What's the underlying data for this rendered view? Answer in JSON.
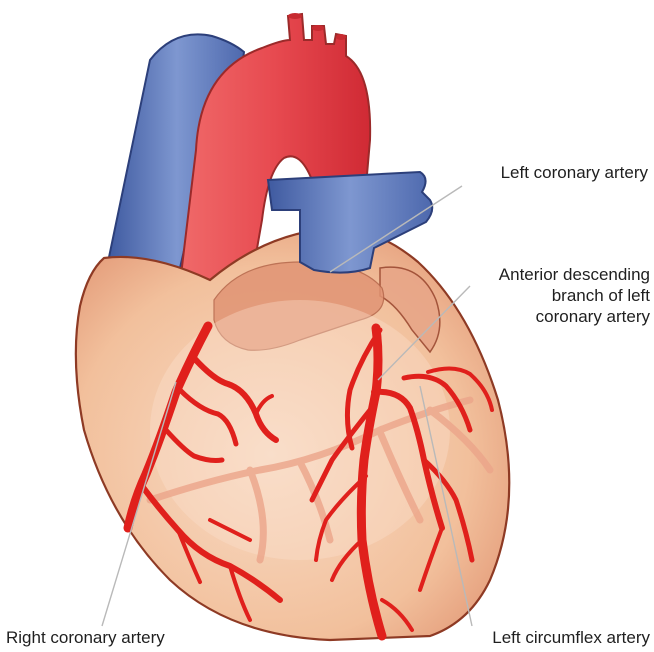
{
  "labels": {
    "left_coronary_artery": "Left coronary artery",
    "anterior_descending": [
      "Anterior descending",
      "branch of left",
      "coronary artery"
    ],
    "right_coronary_artery": "Right coronary artery",
    "left_circumflex_artery": "Left circumflex artery"
  },
  "colors": {
    "myocardium": "#f4c7a6",
    "vein_blue": "#5b78b8",
    "aorta_red": "#e0434a",
    "coronary_red": "#e0201c",
    "outline": "#8e3a24",
    "leader_line": "#b9b9b9"
  }
}
